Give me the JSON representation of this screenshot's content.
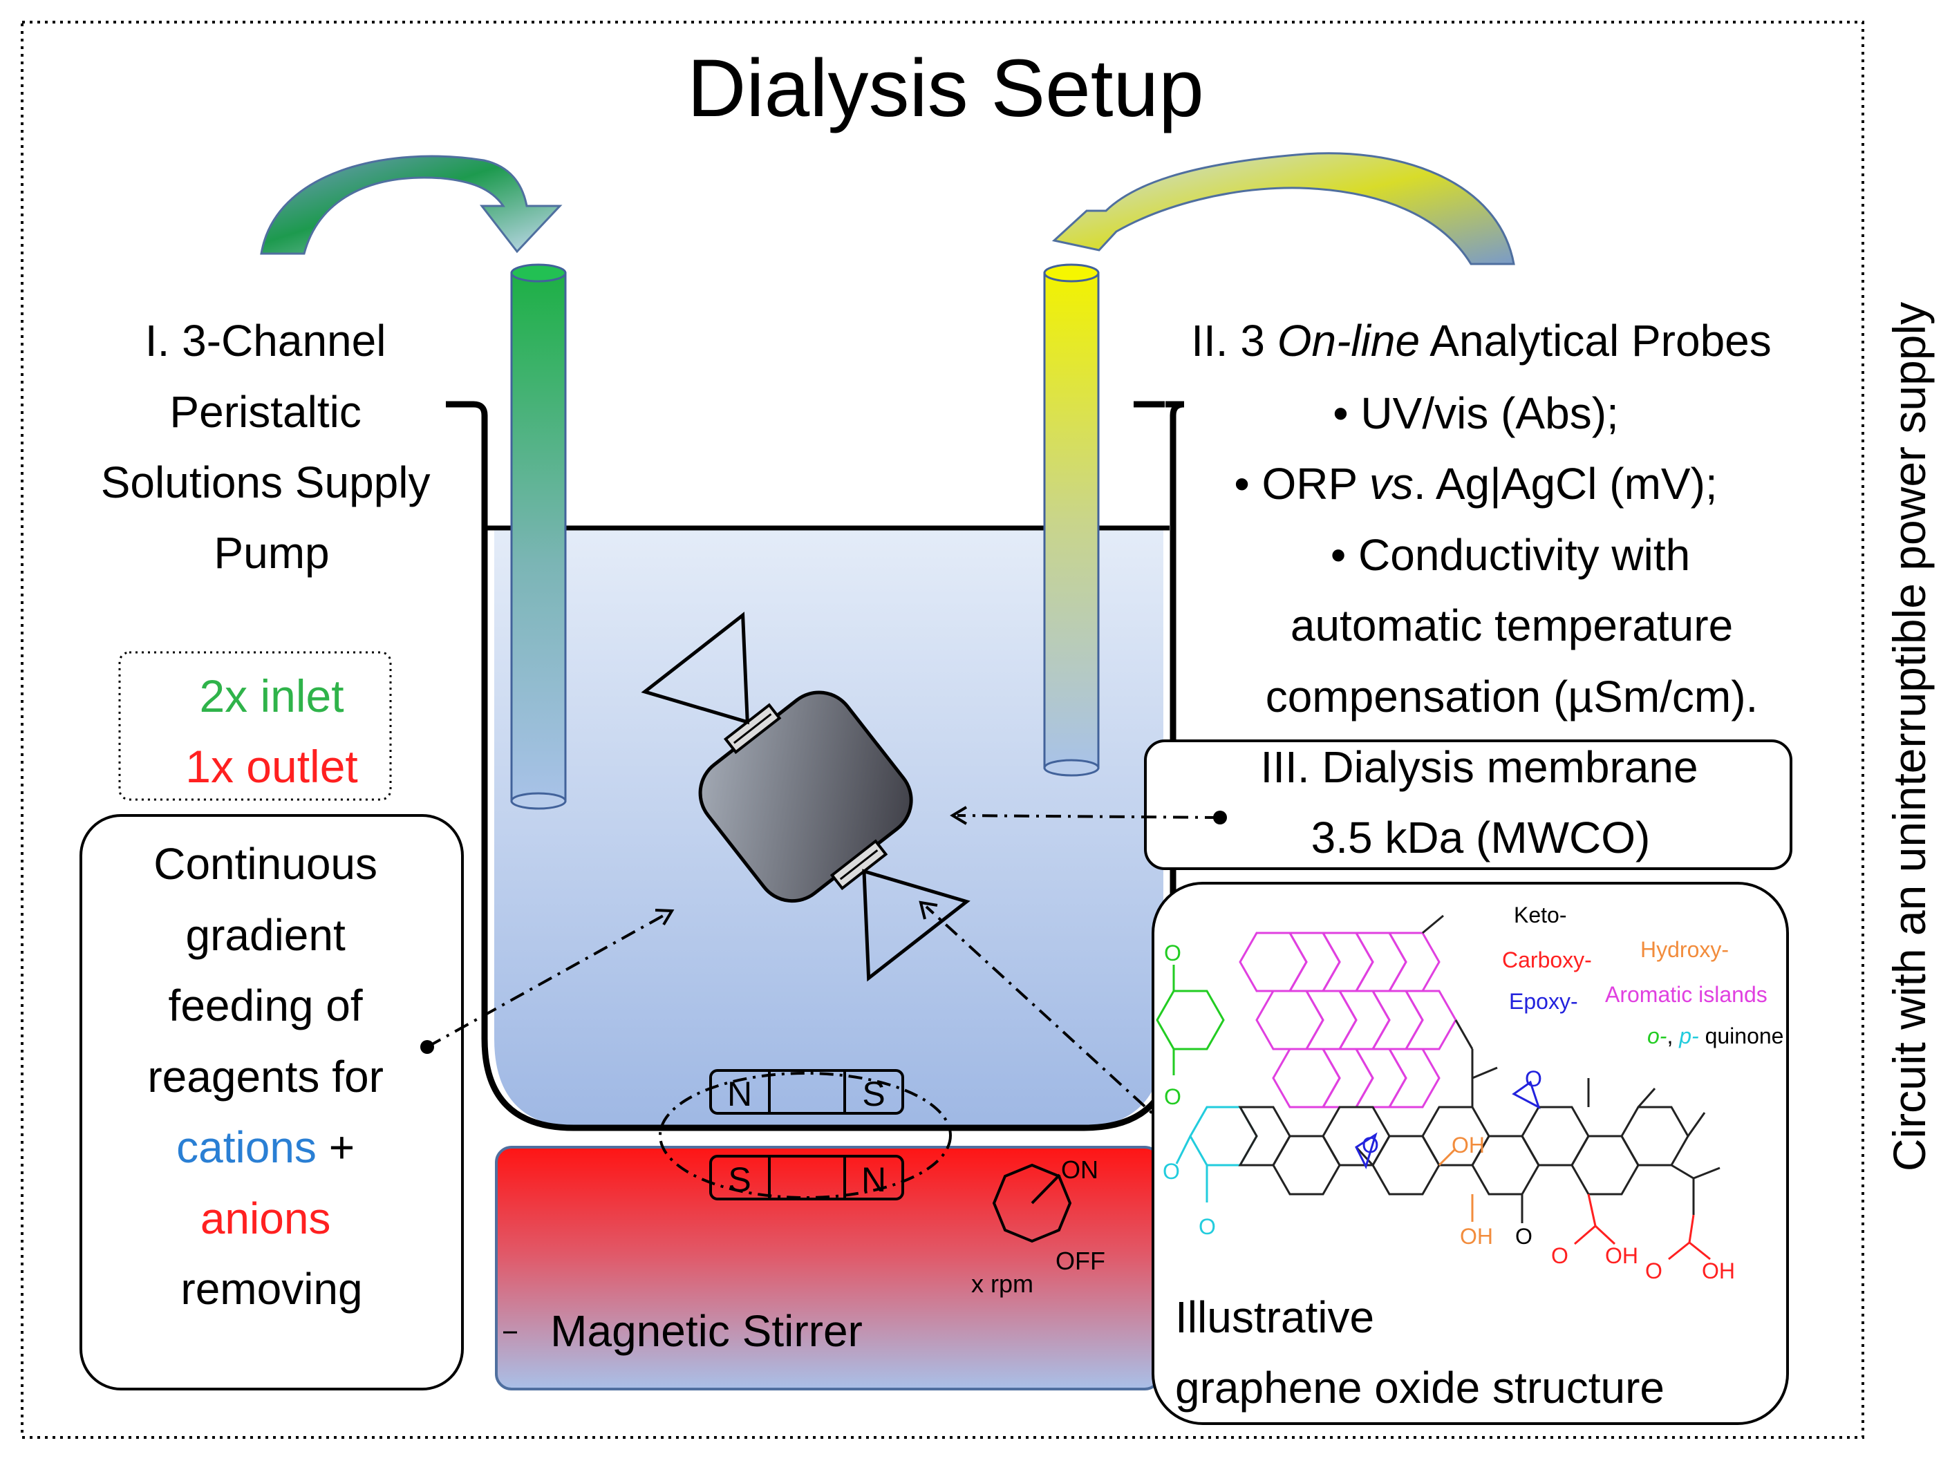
{
  "title": "Dialysis Setup",
  "side_caption": "Circuit with an uninterruptible power supply",
  "pump": {
    "label_lines": [
      "I. 3-Channel",
      "Peristaltic",
      "Solutions Supply",
      "Pump"
    ]
  },
  "channels": {
    "inlet": "2x inlet",
    "outlet": "1x outlet"
  },
  "probes": {
    "heading_prefix": "II. 3 ",
    "heading_italic": "On-line",
    "heading_suffix": " Analytical Probes",
    "line1": "• UV/vis (Abs);",
    "line2_a": "• ORP ",
    "line2_italic": "vs",
    "line2_b": ". Ag|AgCl (mV);",
    "line3": "• Conductivity with",
    "line4": "automatic temperature",
    "line5": "compensation (µSm/cm)."
  },
  "membrane": {
    "title": "III. Dialysis membrane",
    "spec": "3.5 kDa (MWCO)"
  },
  "feeding": {
    "lines": [
      "Continuous",
      "gradient",
      "feeding of",
      "reagents for"
    ],
    "cations": "cations",
    "plus": " +",
    "anions": "anions",
    "last": "removing"
  },
  "magnets": {
    "upper_left": "N",
    "upper_right": "S",
    "lower_left": "S",
    "lower_right": "N"
  },
  "stirrer": {
    "label": "Magnetic Stirrer",
    "on": "ON",
    "off": "OFF",
    "speed": "x rpm"
  },
  "graphene": {
    "keto": "Keto-",
    "carboxy": "Carboxy-",
    "hydroxy": "Hydroxy-",
    "epoxy": "Epoxy-",
    "aromatic": "Aromatic islands",
    "quinone_o": "o-",
    "quinone_sep": ", ",
    "quinone_p": "p-",
    "quinone_word": " quinone",
    "oh": "OH",
    "o": "O",
    "caption_line1": "Illustrative",
    "caption_line2": "graphene oxide structure"
  },
  "colors": {
    "inlet_green": "#2fb34a",
    "outlet_red": "#ff2020",
    "cations_blue": "#2a7fd4",
    "epoxy_blue": "#2222dd",
    "hydroxy_orange": "#f28c3c",
    "aromatic_magenta": "#e040e0",
    "quinone_green": "#22cc22",
    "quinone_cyan": "#22ccdd"
  }
}
